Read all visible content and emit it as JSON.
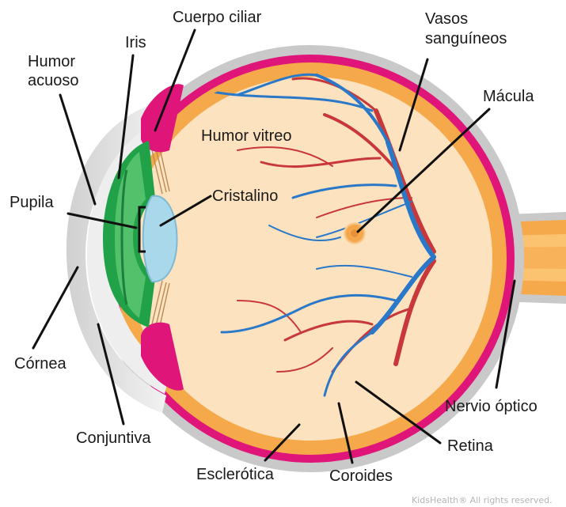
{
  "labels": {
    "cuerpo_ciliar": "Cuerpo ciliar",
    "iris": "Iris",
    "humor_acuoso_1": "Humor",
    "humor_acuoso_2": "acuoso",
    "vasos_1": "Vasos",
    "vasos_2": "sanguíneos",
    "macula": "Mácula",
    "humor_vitreo": "Humor vitreo",
    "cristalino": "Cristalino",
    "pupila": "Pupila",
    "cornea": "Córnea",
    "conjuntiva": "Conjuntiva",
    "esclerotica": "Esclerótica",
    "coroides": "Coroides",
    "retina": "Retina",
    "nervio_optico": "Nervio óptico"
  },
  "credit": "KidsHealth® All rights reserved.",
  "colors": {
    "sclera": "#c9c9c9",
    "choroid": "#e0157a",
    "retina": "#f6a94a",
    "vitreous": "#fde2c0",
    "iris": "#21a249",
    "lens": "#a9d8ea",
    "cornea": "#dcdcdc",
    "macula": "#f2a449",
    "vein_red": "#c8383a",
    "vein_blue": "#2a78c8"
  }
}
